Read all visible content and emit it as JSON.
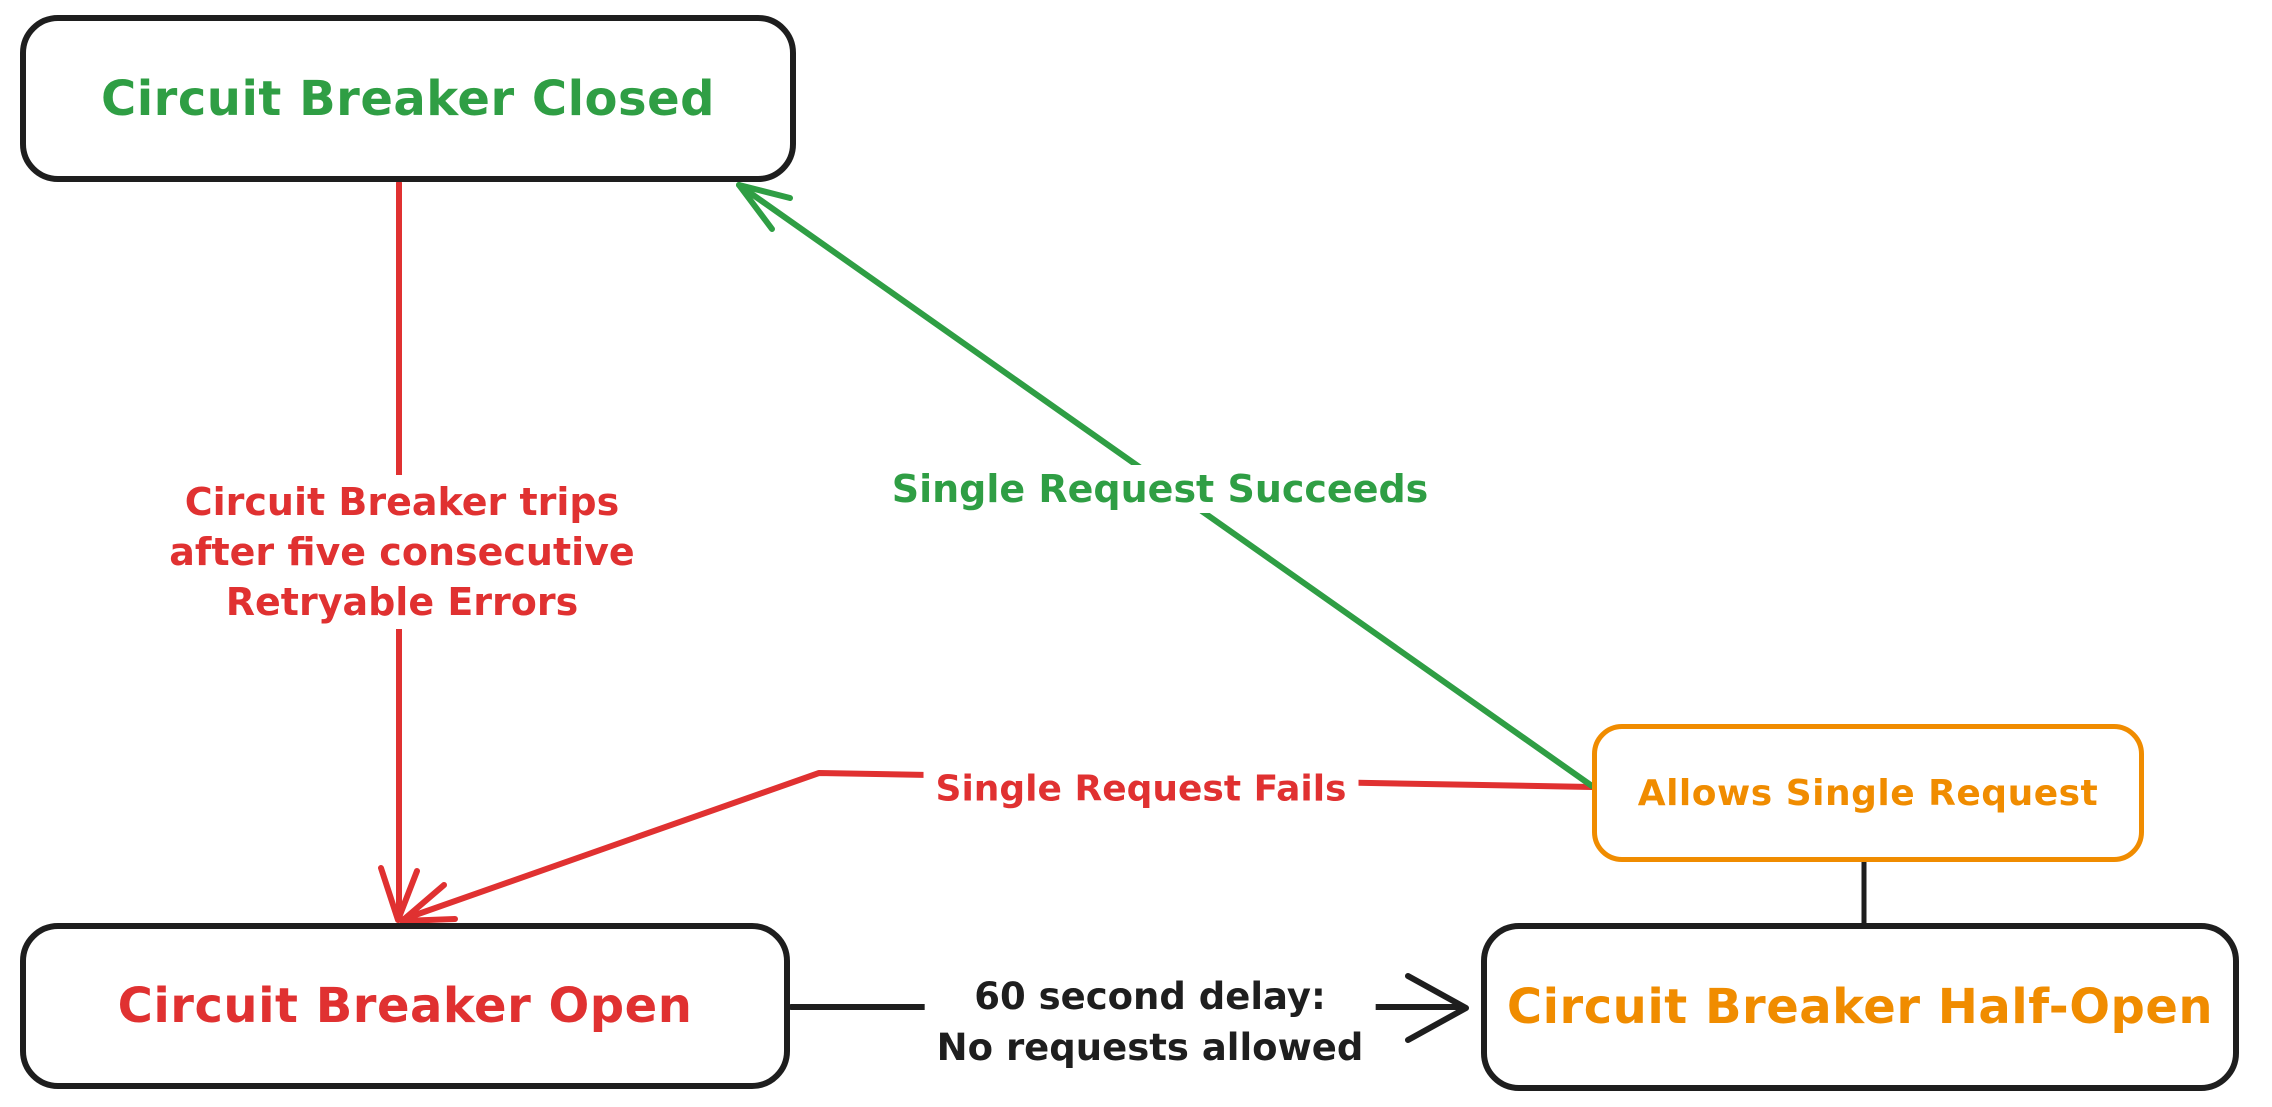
{
  "diagram": {
    "type": "state-diagram",
    "subject": "Circuit Breaker pattern states",
    "colors": {
      "green": "#2f9e44",
      "red": "#e03131",
      "orange": "#f08c00",
      "ink": "#1e1e1e",
      "background": "#ffffff"
    },
    "nodes": {
      "closed": {
        "label": "Circuit Breaker Closed",
        "text_color": "#2f9e44",
        "border_color": "#1e1e1e"
      },
      "open": {
        "label": "Circuit Breaker Open",
        "text_color": "#e03131",
        "border_color": "#1e1e1e"
      },
      "half_open": {
        "label": "Circuit Breaker Half-Open",
        "text_color": "#f08c00",
        "border_color": "#1e1e1e"
      },
      "allows": {
        "label": "Allows Single Request",
        "text_color": "#f08c00",
        "border_color": "#f08c00"
      }
    },
    "edges": {
      "trip": {
        "from": "closed",
        "to": "open",
        "color": "#e03131",
        "lines": [
          "Circuit Breaker trips",
          "after five consecutive",
          "Retryable Errors"
        ]
      },
      "succeeds": {
        "from": "allows",
        "to": "closed",
        "color": "#2f9e44",
        "label": "Single Request Succeeds"
      },
      "fails": {
        "from": "allows",
        "to": "open",
        "color": "#e03131",
        "label": "Single Request Fails"
      },
      "delay": {
        "from": "open",
        "to": "half_open",
        "color": "#1e1e1e",
        "lines": [
          "60 second delay:",
          "No requests allowed"
        ]
      },
      "half_open_to_allows": {
        "from": "half_open",
        "to": "allows",
        "color": "#1e1e1e",
        "label": ""
      }
    }
  }
}
